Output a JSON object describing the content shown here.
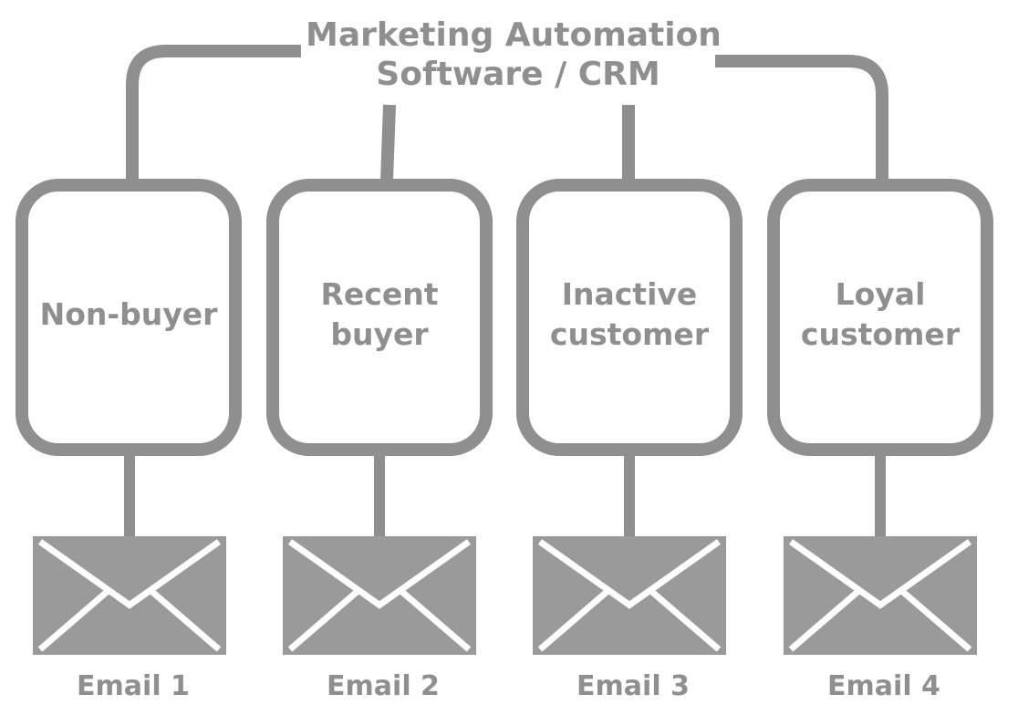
{
  "title": {
    "lines": [
      "Marketing Automation",
      "Software / CRM"
    ]
  },
  "colors": {
    "stroke": "#8f8f8f",
    "envelope": "#9a9a9a",
    "text": "#8f8f8f",
    "background": "#ffffff"
  },
  "segments": [
    {
      "label_lines": [
        "Non-buyer"
      ],
      "email_label": "Email 1",
      "icon": "envelope-icon"
    },
    {
      "label_lines": [
        "Recent",
        "buyer"
      ],
      "email_label": "Email 2",
      "icon": "envelope-icon"
    },
    {
      "label_lines": [
        "Inactive",
        "customer"
      ],
      "email_label": "Email 3",
      "icon": "envelope-icon"
    },
    {
      "label_lines": [
        "Loyal",
        "customer"
      ],
      "email_label": "Email 4",
      "icon": "envelope-icon"
    }
  ]
}
